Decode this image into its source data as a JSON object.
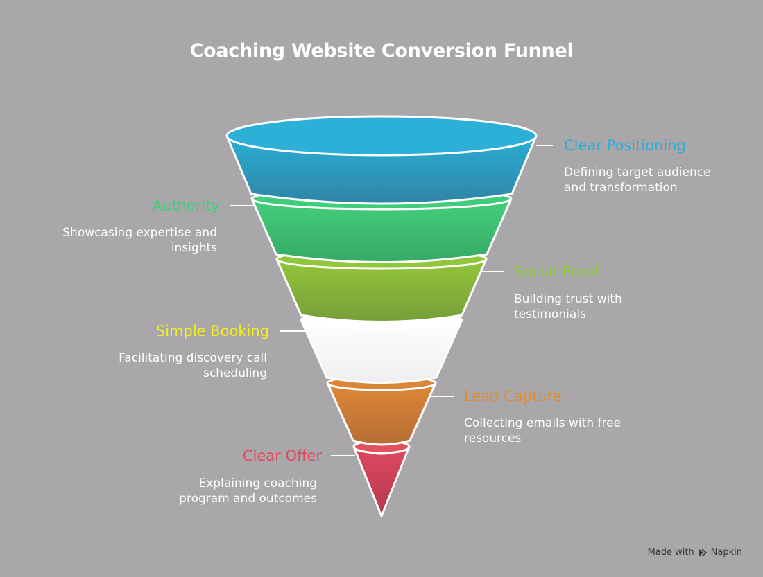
{
  "title": "Coaching Website Conversion Funnel",
  "stages": [
    {
      "label": "Clear Positioning",
      "desc1": "Defining target audience",
      "desc2": "and transformation",
      "color": "#2aafd6"
    },
    {
      "label": "Authority",
      "desc1": "Showcasing expertise and",
      "desc2": "insights",
      "color": "#3fcf7a"
    },
    {
      "label": "Social Proof",
      "desc1": "Building trust with",
      "desc2": "testimonials",
      "color": "#8fcf3a"
    },
    {
      "label": "Simple Booking",
      "desc1": "Facilitating discovery call",
      "desc2": "scheduling",
      "color": "#f4f01e"
    },
    {
      "label": "Lead Capture",
      "desc1": "Collecting emails with free",
      "desc2": "resources",
      "color": "#e08a33"
    },
    {
      "label": "Clear Offer",
      "desc1": "Explaining coaching",
      "desc2": "program and outcomes",
      "color": "#e0485e"
    }
  ],
  "footer": {
    "made_with": "Made with",
    "brand": "Napkin"
  }
}
